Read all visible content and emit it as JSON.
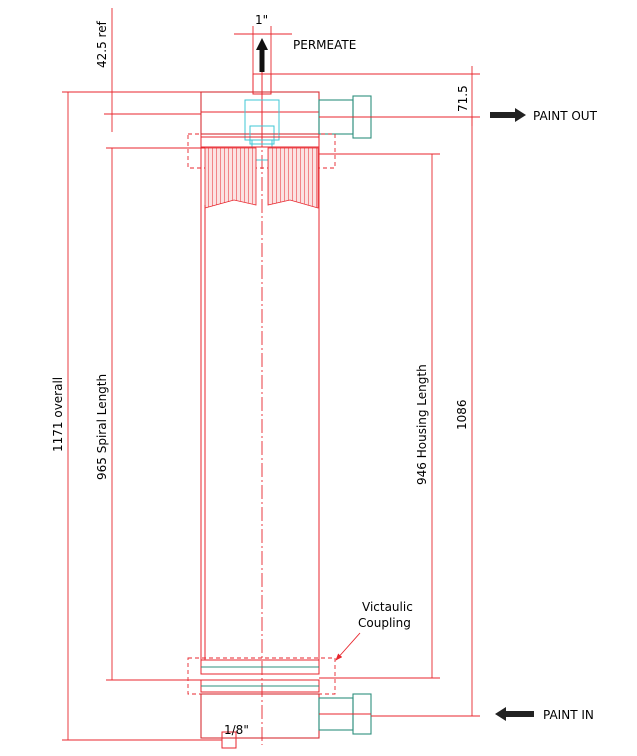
{
  "labels": {
    "permeate": "PERMEATE",
    "paint_out": "PAINT OUT",
    "paint_in": "PAINT IN",
    "inch_1": "1\"",
    "ref_42_5": "42.5 ref",
    "dim_71_5": "71.5",
    "overall_1171": "1171 overall",
    "spiral_965": "965 Spiral Length",
    "housing_946": "946 Housing Length",
    "dim_1086": "1086",
    "victaulic_line1": "Victaulic",
    "victaulic_line2": "Coupling",
    "small_drain": "1/8\""
  },
  "colors": {
    "outline": "#e8262d",
    "fitting": "#2f8f7e",
    "detail": "#3fc7d6",
    "text": "#000000"
  }
}
